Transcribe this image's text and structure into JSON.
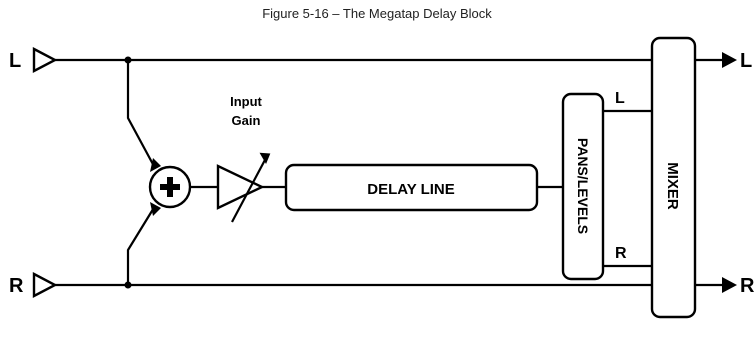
{
  "caption": "Figure 5-16 – The Megatap Delay Block",
  "inputs": {
    "left": "L",
    "right": "R"
  },
  "outputs": {
    "left": "L",
    "right": "R"
  },
  "input_gain": {
    "line1": "Input",
    "line2": "Gain"
  },
  "blocks": {
    "delay_line": "DELAY LINE",
    "pans_levels": "PANS/LEVELS",
    "mixer": "MIXER"
  },
  "pans_outputs": {
    "left": "L",
    "right": "R"
  }
}
